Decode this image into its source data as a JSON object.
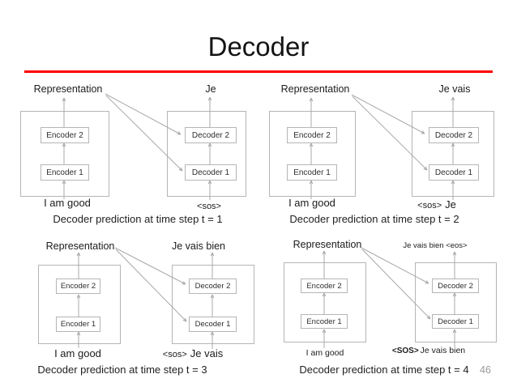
{
  "slide": {
    "title": "Decoder",
    "page_number": "46"
  },
  "colors": {
    "accent_line": "#ff0000",
    "arrow": "#a9a9a9",
    "box_border": "#b5b5b5"
  },
  "diagrams": [
    {
      "representation_label": "Representation",
      "output_label": "Je",
      "encoder": {
        "layers": [
          "Encoder 2",
          "Encoder 1"
        ],
        "input": "I am good"
      },
      "decoder": {
        "layers": [
          "Decoder 2",
          "Decoder 1"
        ],
        "input_sos": "<sos>",
        "input_words": ""
      },
      "caption": "Decoder prediction at time step t = 1"
    },
    {
      "representation_label": "Representation",
      "output_label": "Je vais",
      "encoder": {
        "layers": [
          "Encoder 2",
          "Encoder 1"
        ],
        "input": "I am good"
      },
      "decoder": {
        "layers": [
          "Decoder 2",
          "Decoder 1"
        ],
        "input_sos": "<sos>",
        "input_words": "Je"
      },
      "caption": "Decoder prediction at time step t = 2"
    },
    {
      "representation_label": "Representation",
      "output_label": "Je vais bien",
      "encoder": {
        "layers": [
          "Encoder 2",
          "Encoder 1"
        ],
        "input": "I am good"
      },
      "decoder": {
        "layers": [
          "Decoder 2",
          "Decoder 1"
        ],
        "input_sos": "<sos>",
        "input_words": "Je vais"
      },
      "caption": "Decoder prediction at time step t = 3"
    },
    {
      "representation_label": "Representation",
      "output_label": "Je vais bien <eos>",
      "encoder": {
        "layers": [
          "Encoder 2",
          "Encoder 1"
        ],
        "input": "I am good"
      },
      "decoder": {
        "layers": [
          "Decoder 2",
          "Decoder 1"
        ],
        "input_sos": "<SOS>",
        "input_words": "Je vais bien"
      },
      "caption": "Decoder prediction at time step t = 4"
    }
  ]
}
